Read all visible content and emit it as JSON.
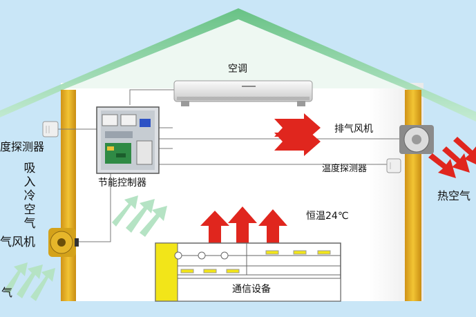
{
  "labels": {
    "ac": "空调",
    "exhaust_fan": "排气风机",
    "temp_sensor_left": "度探测器",
    "temp_sensor_right": "温度探测器",
    "controller": "节能控制器",
    "intake_vertical": "吸入冷空气",
    "intake_fan": "气风机",
    "constant_temp": "恒温24℃",
    "hot_air": "热空气",
    "bottom_left": "气",
    "equipment": "通信设备"
  },
  "colors": {
    "sky": "#c9e6f7",
    "roof": "#9fd7b3",
    "wall_column": "#e2ad1f",
    "red_arrow": "#e0261e",
    "green_arrow": "#b5e3c4",
    "equipment_yellow": "#f2e519"
  }
}
